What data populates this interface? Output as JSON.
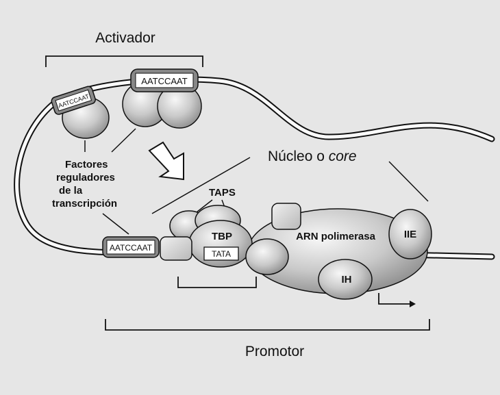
{
  "diagram": {
    "activator_label": "Activador",
    "core_label_prefix": "Núcleo o ",
    "core_label_italic": "core",
    "regulators_label": [
      "Factores",
      "reguladores",
      "de la",
      "transcripción"
    ],
    "taps_label": "TAPS",
    "tbp_label": "TBP",
    "tata_label": "TATA",
    "polymerase_label": "ARN polimerasa",
    "iie_label": "IIE",
    "ih_label": "IH",
    "promoter_label": "Promotor",
    "sequence_top": "AATCCAAT",
    "sequence_small": "AATCCAAT",
    "sequence_bottom": "AATCCAAT"
  }
}
